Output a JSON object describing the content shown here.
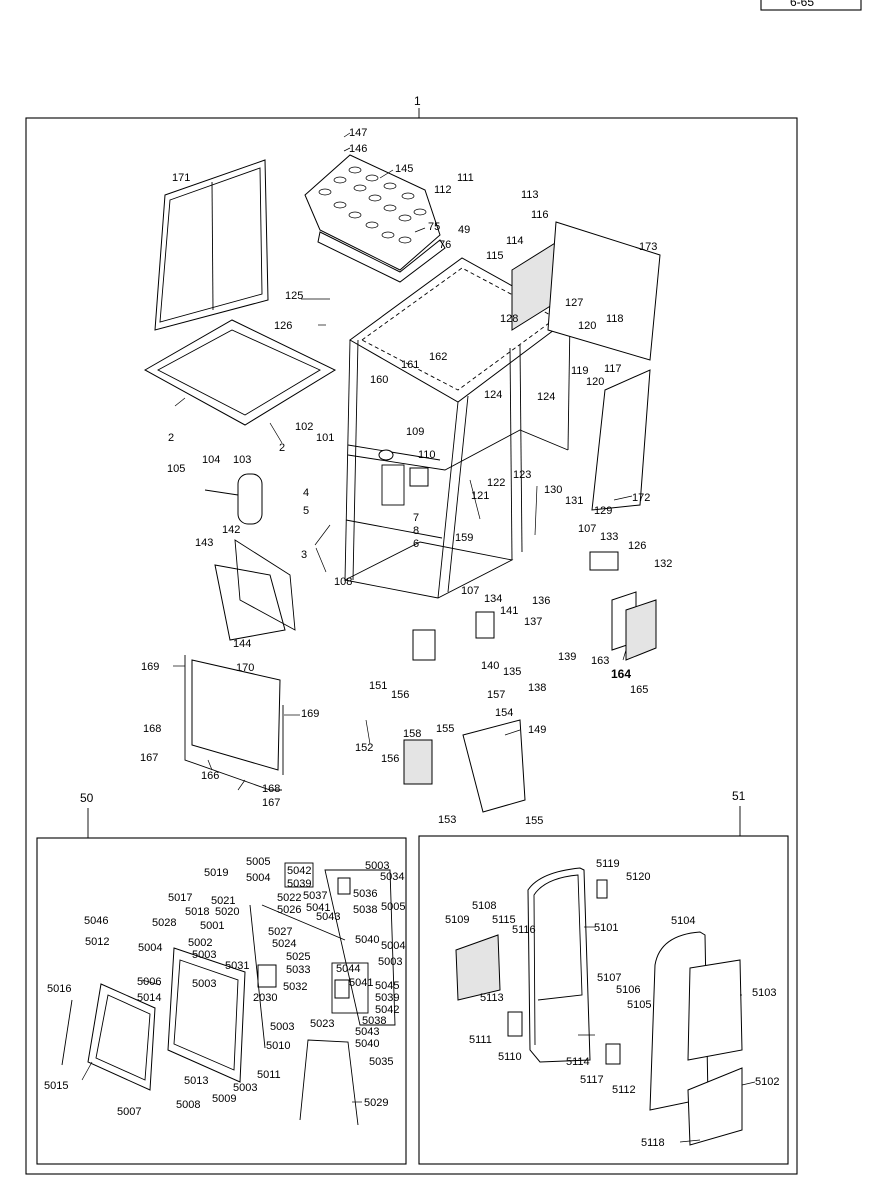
{
  "page_code": "6-65",
  "assembly": {
    "main": "1",
    "door_left": "50",
    "door_right": "51"
  },
  "callouts": {
    "147": "147",
    "146": "146",
    "145": "145",
    "75": "75",
    "76": "76",
    "171": "171",
    "111": "111",
    "112": "112",
    "113": "113",
    "116": "116",
    "173": "173",
    "114": "114",
    "115": "115",
    "49": "49",
    "125": "125",
    "127": "127",
    "126": "126",
    "128": "128",
    "120": "120",
    "118": "118",
    "162": "162",
    "161": "161",
    "160": "160",
    "119": "119",
    "117": "117",
    "2": "2",
    "124": "124",
    "102": "102",
    "101": "101",
    "109": "109",
    "110": "110",
    "123": "123",
    "122": "122",
    "121": "121",
    "130": "130",
    "131": "131",
    "129": "129",
    "172": "172",
    "105": "105",
    "104": "104",
    "103": "103",
    "4": "4",
    "5": "5",
    "7": "7",
    "8": "8",
    "6": "6",
    "3": "3",
    "142": "142",
    "143": "143",
    "159": "159",
    "108": "108",
    "107": "107",
    "133": "133",
    "132": "132",
    "134": "134",
    "141": "141",
    "136": "136",
    "137": "137",
    "144": "144",
    "140": "140",
    "135": "135",
    "139": "139",
    "138": "138",
    "163": "163",
    "164": "164",
    "165": "165",
    "169": "169",
    "170": "170",
    "151": "151",
    "156": "156",
    "157": "157",
    "154": "154",
    "155": "155",
    "149": "149",
    "158": "158",
    "152": "152",
    "168": "168",
    "167": "167",
    "166": "166",
    "153": "153",
    "5005": "5005",
    "5004": "5004",
    "5042": "5042",
    "5039": "5039",
    "5003": "5003",
    "5034": "5034",
    "5037": "5037",
    "5041": "5041",
    "5036": "5036",
    "5019": "5019",
    "5021": "5021",
    "5022": "5022",
    "5026": "5026",
    "5038": "5038",
    "5017": "5017",
    "5018": "5018",
    "5020": "5020",
    "5043": "5043",
    "5046": "5046",
    "5028": "5028",
    "5001": "5001",
    "5027": "5027",
    "5040": "5040",
    "5012": "5012",
    "5002": "5002",
    "5024": "5024",
    "5025": "5025",
    "5031": "5031",
    "5033": "5033",
    "5006": "5006",
    "5044": "5044",
    "5045": "5045",
    "5016": "5016",
    "5014": "5014",
    "2030": "2030",
    "5032": "5032",
    "5015": "5015",
    "5007": "5007",
    "5008": "5008",
    "5013": "5013",
    "5009": "5009",
    "5010": "5010",
    "5011": "5011",
    "5023": "5023",
    "5035": "5035",
    "5029": "5029",
    "5119": "5119",
    "5120": "5120",
    "5108": "5108",
    "5109": "5109",
    "5115": "5115",
    "5116": "5116",
    "5101": "5101",
    "5104": "5104",
    "5113": "5113",
    "5107": "5107",
    "5106": "5106",
    "5105": "5105",
    "5103": "5103",
    "5111": "5111",
    "5110": "5110",
    "5114": "5114",
    "5117": "5117",
    "5112": "5112",
    "5102": "5102",
    "5118": "5118"
  }
}
